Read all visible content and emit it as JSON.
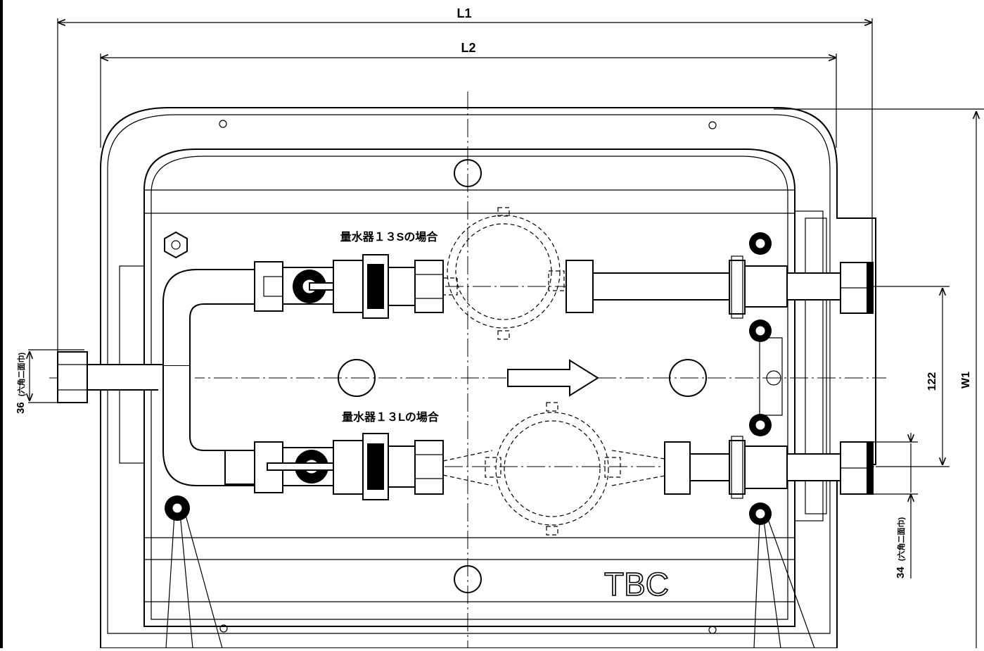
{
  "dimensions": {
    "l1": "L1",
    "l2": "L2",
    "w1": "W1",
    "d122": "122",
    "d36": "36",
    "d36_note": "(六角二面巾)",
    "d34": "34",
    "d34_note": "(六角二面巾)"
  },
  "labels": {
    "meter_13s": "量水器１３Sの場合",
    "meter_13l": "量水器１３Lの場合",
    "brand": "TBC"
  }
}
